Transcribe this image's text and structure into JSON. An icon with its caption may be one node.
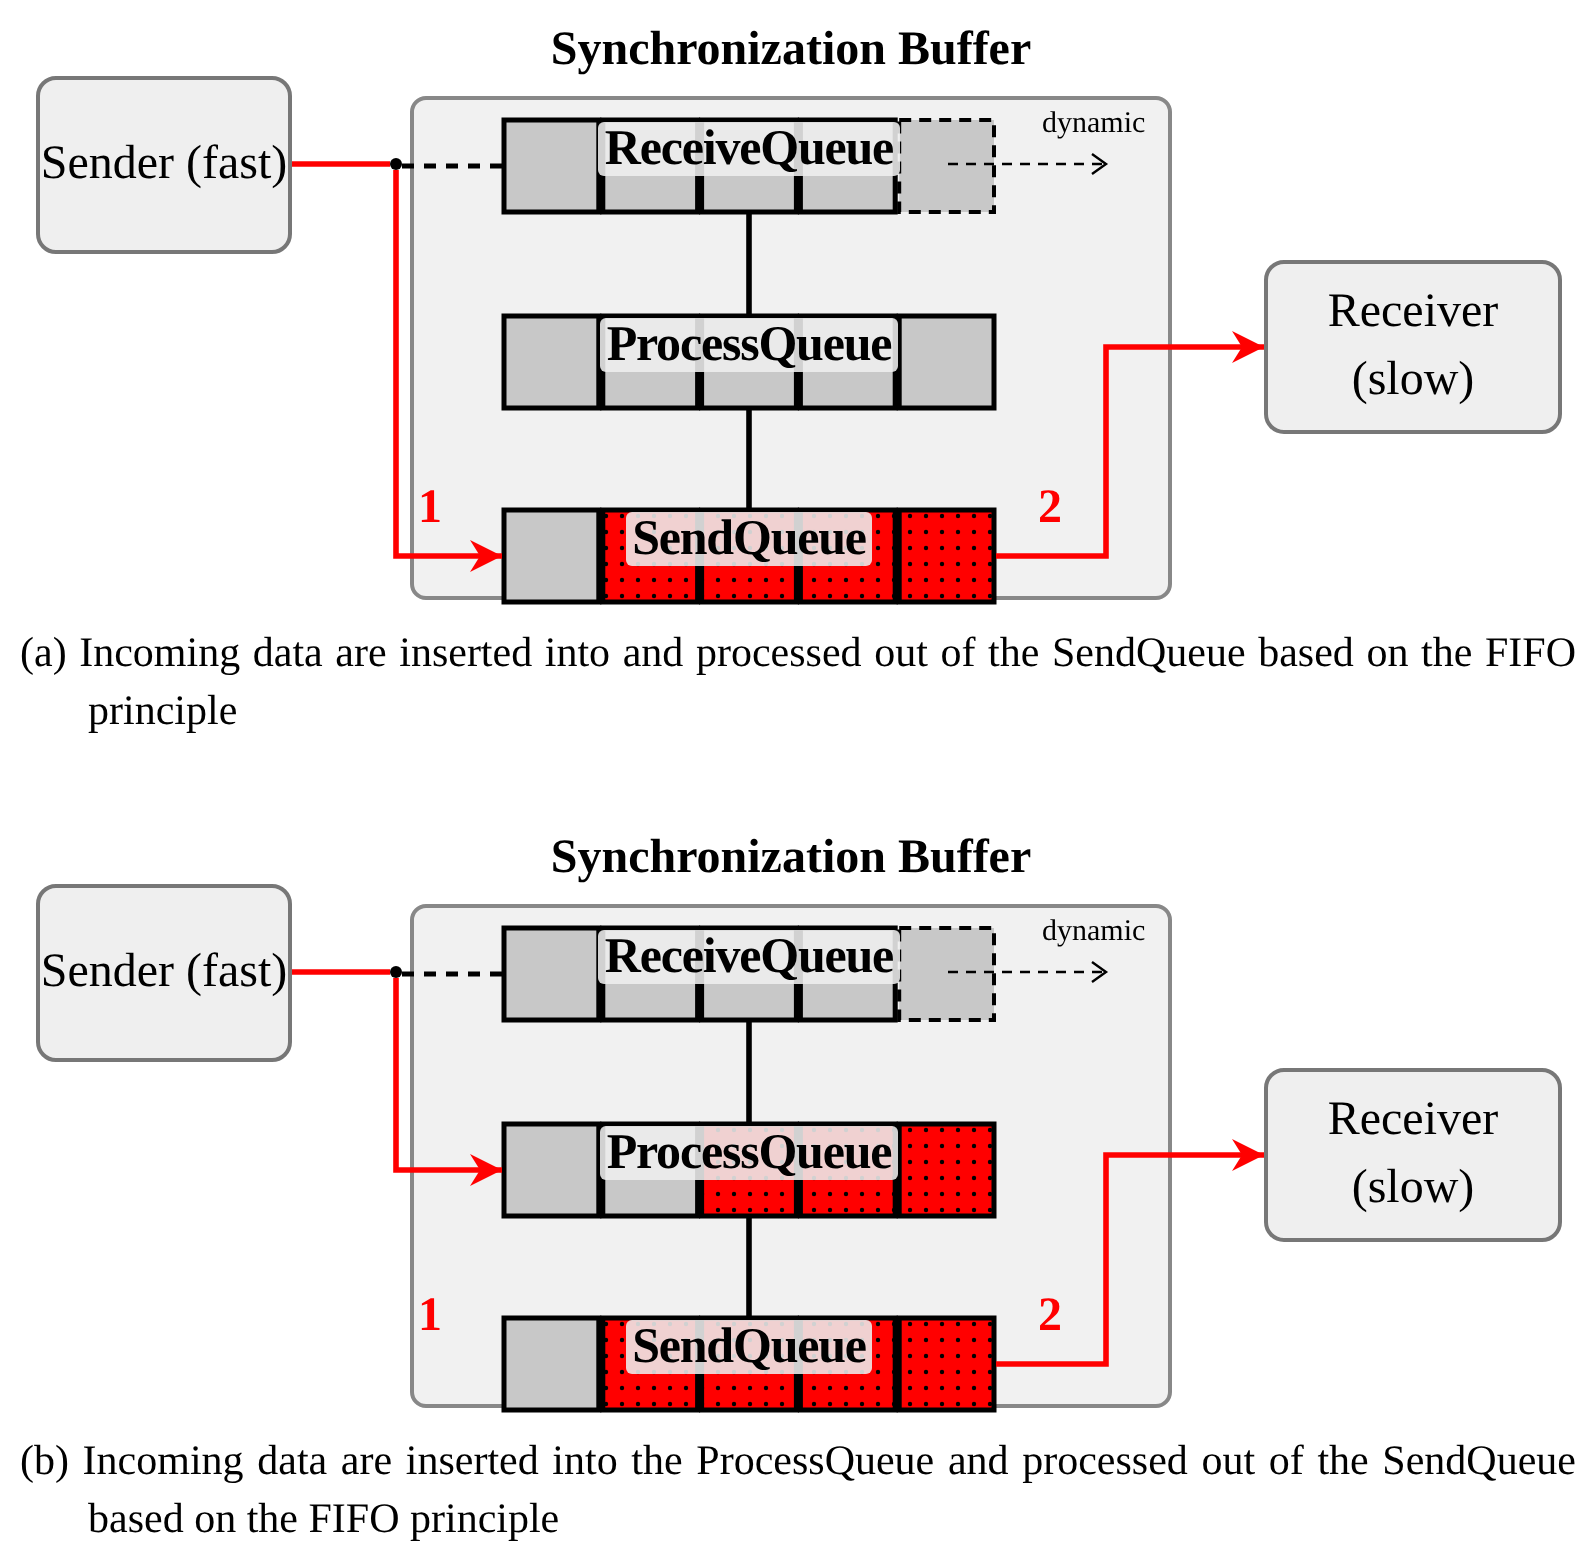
{
  "diagram": {
    "nodes": [
      {
        "text": [
          "Sender (fast)"
        ]
      },
      {
        "text": [],
        "shape": "circle"
      },
      {
        "text": [
          "Synchronization Buffer"
        ]
      },
      {
        "text": [
          "ReceiveQueue"
        ],
        "in": 2
      },
      {
        "text": [
          "ProcessQueue"
        ],
        "in": 2
      },
      {
        "text": [
          "SendQueue"
        ],
        "in": 2
      },
      {
        "text": [
          "Receiver (slow)"
        ]
      },
      {
        "text": [
          "Sender (fast)"
        ]
      },
      {
        "text": [],
        "shape": "circle"
      },
      {
        "text": [
          "Synchronization Buffer"
        ]
      },
      {
        "text": [
          "ReceiveQueue"
        ],
        "in": 9
      },
      {
        "text": [
          "ProcessQueue"
        ],
        "in": 9
      },
      {
        "text": [
          "SendQueue"
        ],
        "in": 9
      },
      {
        "text": [
          "Receiver (slow)"
        ]
      }
    ],
    "edges": [
      {
        "from": 0,
        "to": 1,
        "arrow": "none",
        "color": "#ff0000"
      },
      {
        "from": 1,
        "to": 3,
        "arrow": "none",
        "style": "dashed"
      },
      {
        "from": 1,
        "to": 5,
        "arrow": "to",
        "label": "1",
        "color": "#ff0000"
      },
      {
        "from": 3,
        "to": 4,
        "arrow": "none"
      },
      {
        "from": 4,
        "to": 5,
        "arrow": "none"
      },
      {
        "from": 5,
        "to": 6,
        "arrow": "to",
        "label": "2",
        "color": "#ff0000"
      },
      {
        "from": 3,
        "to": null,
        "arrow": "to",
        "label": "dynamic",
        "style": "dashed"
      },
      {
        "from": 7,
        "to": 8,
        "arrow": "none",
        "color": "#ff0000"
      },
      {
        "from": 8,
        "to": 10,
        "arrow": "none",
        "style": "dashed"
      },
      {
        "from": 8,
        "to": 11,
        "arrow": "to",
        "label": "1",
        "color": "#ff0000"
      },
      {
        "from": 10,
        "to": 11,
        "arrow": "none"
      },
      {
        "from": 11,
        "to": 12,
        "arrow": "none"
      },
      {
        "from": 12,
        "to": 13,
        "arrow": "to",
        "label": "2",
        "color": "#ff0000"
      },
      {
        "from": 10,
        "to": null,
        "arrow": "to",
        "label": "dynamic",
        "style": "dashed"
      }
    ],
    "labels": [
      "(a) Incoming data are inserted into and processed out of the SendQueue based on the FIFO principle",
      "(b) Incoming data are inserted into the ProcessQueue and processed out of the SendQueue based on the FIFO principle"
    ]
  }
}
